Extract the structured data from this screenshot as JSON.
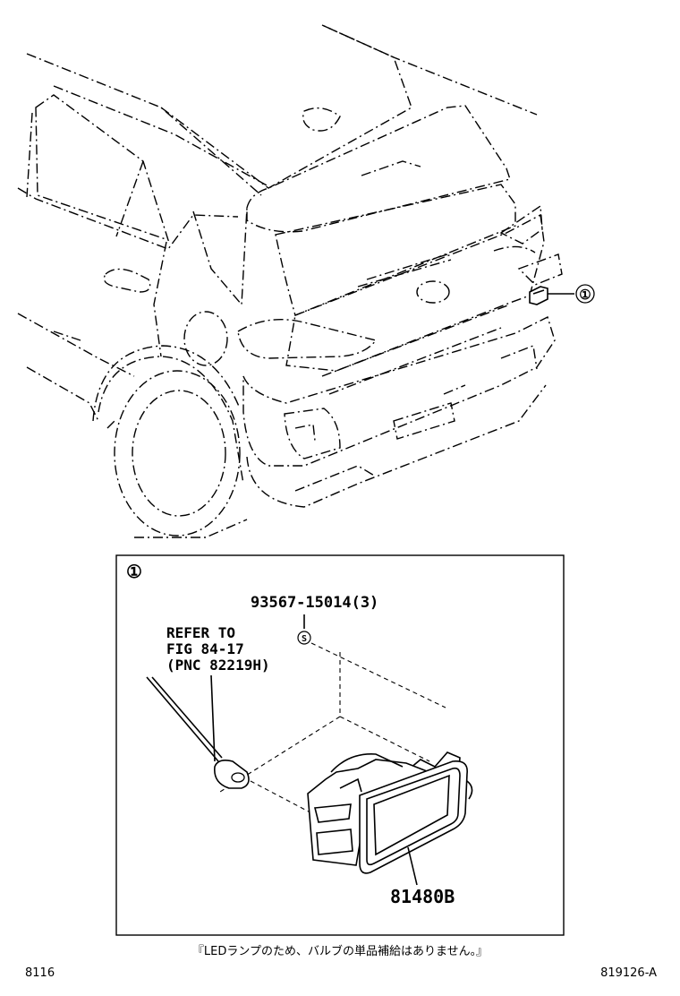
{
  "callout_marker": "①",
  "detail_marker": "①",
  "parts": {
    "screw_number": "93567-15014(3)",
    "screw_symbol": "S",
    "refer_line1": "REFER TO",
    "refer_line2": "FIG 84-17",
    "refer_line3": "(PNC 82219H)",
    "lamp_number": "81480B"
  },
  "footnote": "『LEDランプのため、バルブの単品補給はありません。』",
  "page_ref": "8116",
  "diagram_ref": "819126-A"
}
